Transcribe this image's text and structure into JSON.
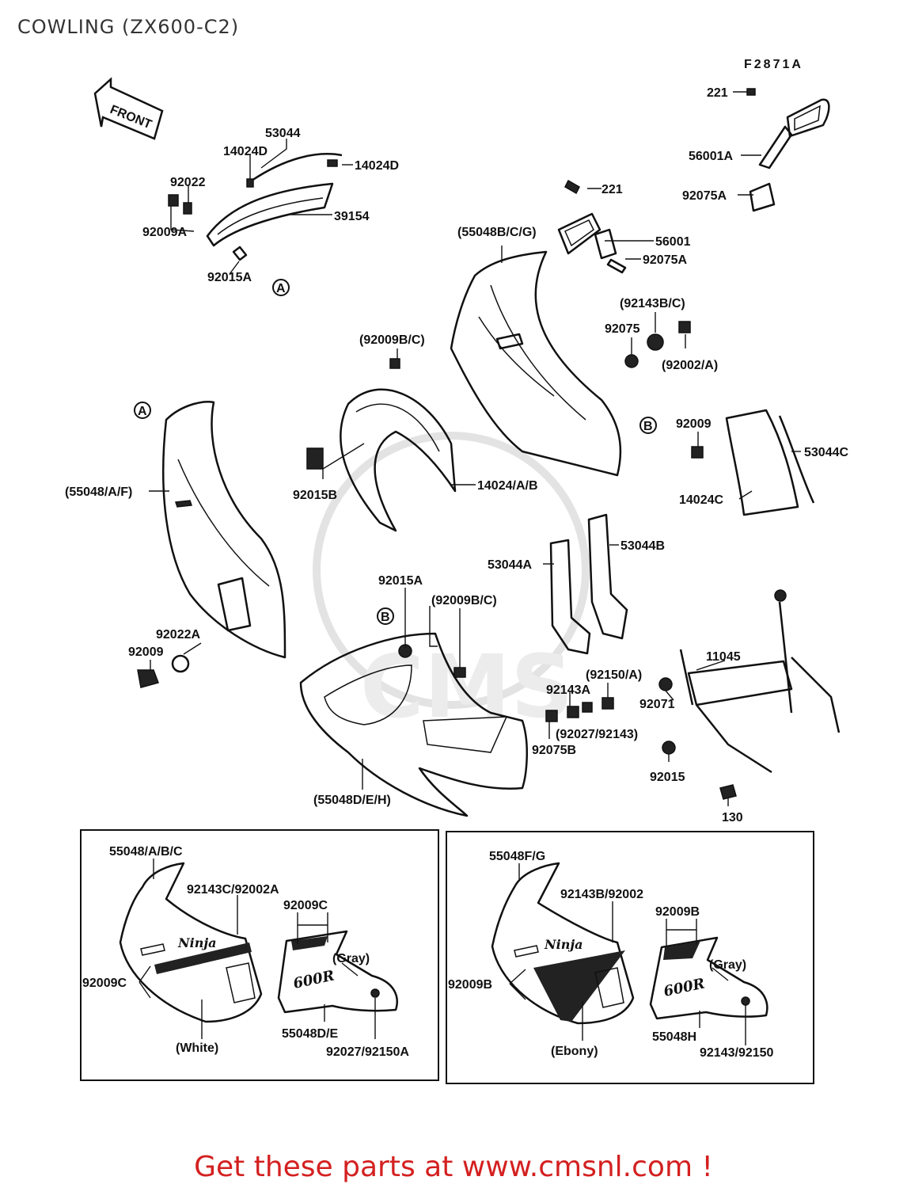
{
  "title": "COWLING  (ZX600-C2)",
  "figure_code": "F2871A",
  "front_arrow": "FRONT",
  "footer": "Get these parts at www.cmsnl.com !",
  "watermark": "CMS",
  "labels": {
    "l53044": "53044",
    "l14024D_a": "14024D",
    "l14024D_b": "14024D",
    "l92022": "92022",
    "l92009A": "92009A",
    "l39154": "39154",
    "l92015A_top": "92015A",
    "l221_top": "221",
    "l56001A": "56001A",
    "l92075A_top": "92075A",
    "l221": "221",
    "l55048BCG": "(55048B/C/G)",
    "l56001": "56001",
    "l92075A": "92075A",
    "l92143BC": "(92143B/C)",
    "l92075": "92075",
    "l92002A": "(92002/A)",
    "l92009BC_a": "(92009B/C)",
    "l92009": "92009",
    "l53044C": "53044C",
    "l14024C": "14024C",
    "l55048AF": "(55048/A/F)",
    "l92015B": "92015B",
    "l14024AB": "14024/A/B",
    "l53044B": "53044B",
    "l53044A": "53044A",
    "l92015A": "92015A",
    "l92009BC_b": "(92009B/C)",
    "l92022A": "92022A",
    "l92009_left": "92009",
    "l92150A": "(92150/A)",
    "l11045": "11045",
    "l92143A": "92143A",
    "l92071": "92071",
    "l92027_92143": "(92027/92143)",
    "l92075B": "92075B",
    "l92015": "92015",
    "l55048DEH": "(55048D/E/H)",
    "l130": "130"
  },
  "inset_left": {
    "l55048ABC": "55048/A/B/C",
    "l92143C_92002A": "92143C/92002A",
    "l92009C_top": "92009C",
    "l92009C_side": "92009C",
    "l_gray": "(Gray)",
    "l55048DE": "55048D/E",
    "l92027_92150A": "92027/92150A",
    "l_white": "(White)",
    "brand": "Ninja",
    "model": "600R"
  },
  "inset_right": {
    "l55048FG": "55048F/G",
    "l92143B_92002": "92143B/92002",
    "l92009B_top": "92009B",
    "l92009B_side": "92009B",
    "l_gray": "(Gray)",
    "l55048H": "55048H",
    "l92143_92150": "92143/92150",
    "l_ebony": "(Ebony)",
    "brand": "Ninja",
    "model": "600R"
  },
  "callouts": {
    "a": "A",
    "b": "B"
  },
  "colors": {
    "footer": "#d42020",
    "line": "#111111",
    "watermark": "#e3e3e3"
  }
}
